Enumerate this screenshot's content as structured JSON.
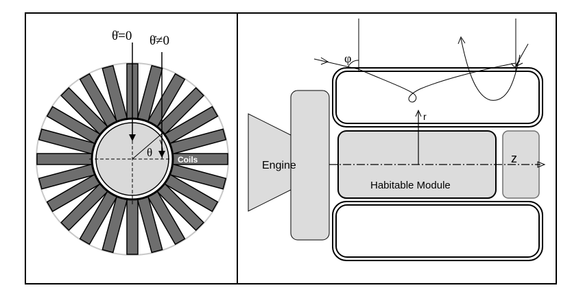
{
  "left_panel": {
    "label_theta_dot_zero": "θ̇=0",
    "label_theta_dot_nonzero": "θ̇≠0",
    "label_theta": "θ",
    "label_coils": "Coils",
    "coil_count": 24
  },
  "right_panel": {
    "label_engine": "Engine",
    "label_habitable_module": "Habitable Module",
    "label_phi": "φ",
    "label_r": "r",
    "label_z": "z"
  },
  "colors": {
    "coil_fill": "#6e6e6e",
    "hub_fill": "#d9d9d9",
    "component_fill": "#dcdcdc",
    "outline": "#000000",
    "guide_circle": "#c8c8c8"
  }
}
